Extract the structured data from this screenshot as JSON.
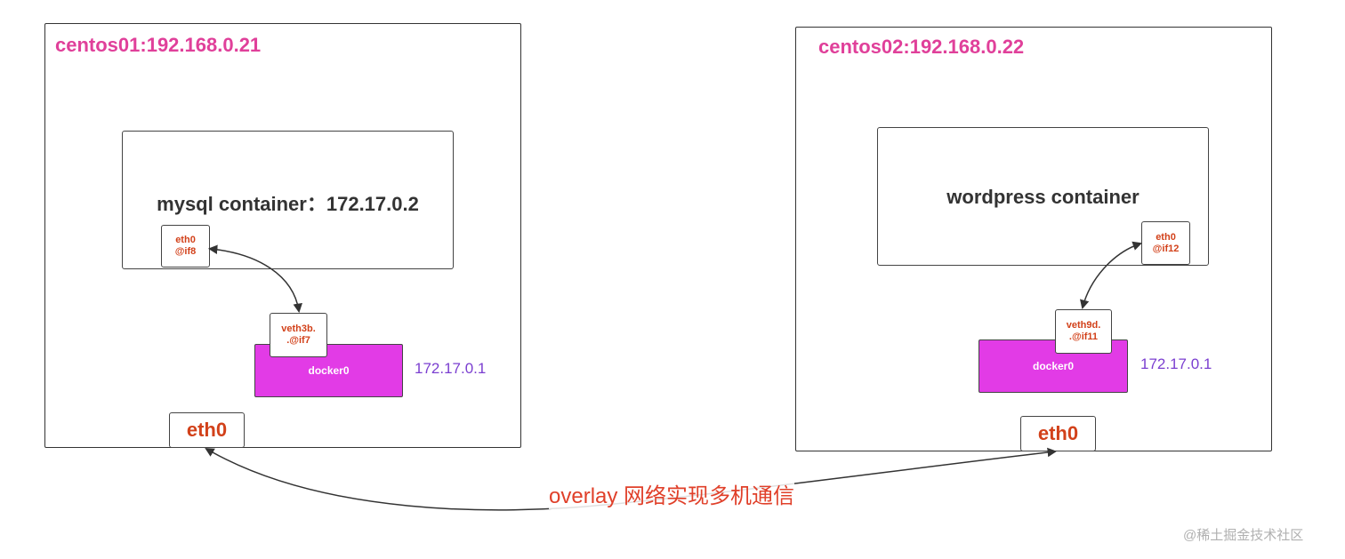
{
  "colors": {
    "host_title": "#e0409a",
    "interface_text": "#d2411a",
    "docker_bridge": "#e23be6",
    "bridge_ip": "#7b3fd0",
    "overlay_label": "#e0402a",
    "arrow": "#333333"
  },
  "hosts": [
    {
      "title": "centos01:192.168.0.21",
      "container": {
        "label": "mysql container：172.17.0.2"
      },
      "container_iface": {
        "line1": "eth0",
        "line2": "@if8"
      },
      "veth": {
        "line1": "veth3b.",
        "line2": ".@if7"
      },
      "bridge": {
        "label": "docker0",
        "ip": "172.17.0.1"
      },
      "host_iface": {
        "label": "eth0"
      }
    },
    {
      "title": "centos02:192.168.0.22",
      "container": {
        "label": "wordpress container"
      },
      "container_iface": {
        "line1": "eth0",
        "line2": "@if12"
      },
      "veth": {
        "line1": "veth9d.",
        "line2": ".@if11"
      },
      "bridge": {
        "label": "docker0",
        "ip": "172.17.0.1"
      },
      "host_iface": {
        "label": "eth0"
      }
    }
  ],
  "overlay": {
    "label": "overlay 网络实现多机通信"
  },
  "watermark": "@稀土掘金技术社区"
}
